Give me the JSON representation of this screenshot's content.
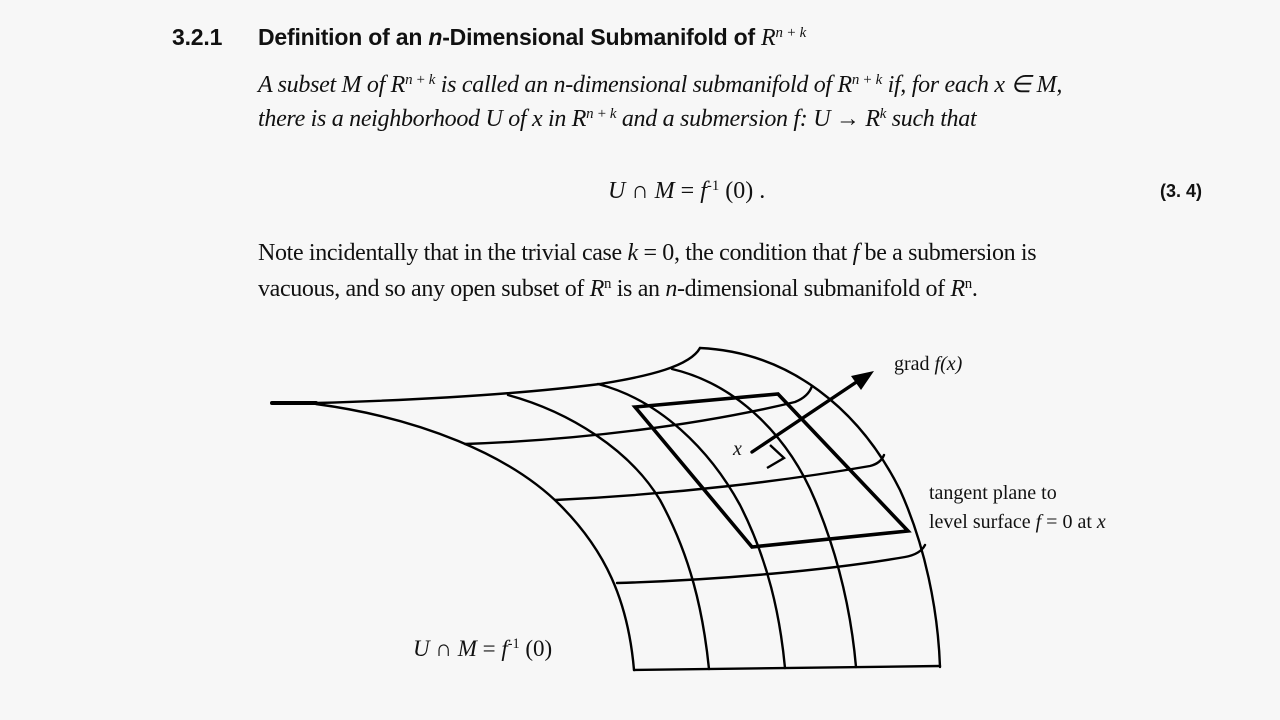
{
  "section": {
    "number": "3.2.1",
    "title_prefix": "Definition of an ",
    "title_n": "n",
    "title_suffix": "-Dimensional Submanifold of",
    "title_space": "R",
    "title_sup": "n + k"
  },
  "definition": {
    "line1": {
      "a": "A subset M of R",
      "sup1": "n + k",
      "b": " is called an n-dimensional submanifold of R",
      "sup2": "n + k",
      "c": " if, for each x ∈ M,"
    },
    "line2": {
      "a": "there is a neighborhood U of x in R",
      "sup1": "n + k",
      "b": " and a submersion f: U → R",
      "sup2": "k",
      "c": " such that"
    }
  },
  "equation": {
    "lhs": "U ∩ M",
    "eq": " = ",
    "f": "f",
    "sup": "-1",
    "arg": " (0) .",
    "number": "(3. 4)"
  },
  "note": {
    "line1": {
      "a": "Note incidentally that in the trivial case ",
      "k": "k",
      "b": " = 0, the condition that ",
      "f": "f",
      "c": " be a submersion is"
    },
    "line2": {
      "a": "vacuous, and so any open subset of ",
      "R1": "R",
      "sup1": "n",
      "b": " is an ",
      "n": "n",
      "c": "-dimensional submanifold of ",
      "R2": "R",
      "sup2": "n",
      "d": "."
    }
  },
  "figure": {
    "labels": {
      "grad_prefix": "grad ",
      "grad_fx": "f(x)",
      "point": "x",
      "tangent_line1": "tangent plane to",
      "tangent_line2_a": "level surface ",
      "tangent_line2_f": "f",
      "tangent_line2_b": " = 0 at ",
      "tangent_line2_x": "x",
      "set_lhs": "U ∩ M",
      "set_eq": " = ",
      "set_f": "f",
      "set_sup": "-1",
      "set_arg": " (0)"
    },
    "stroke_color": "#000000",
    "background_color": "#f7f7f7"
  }
}
